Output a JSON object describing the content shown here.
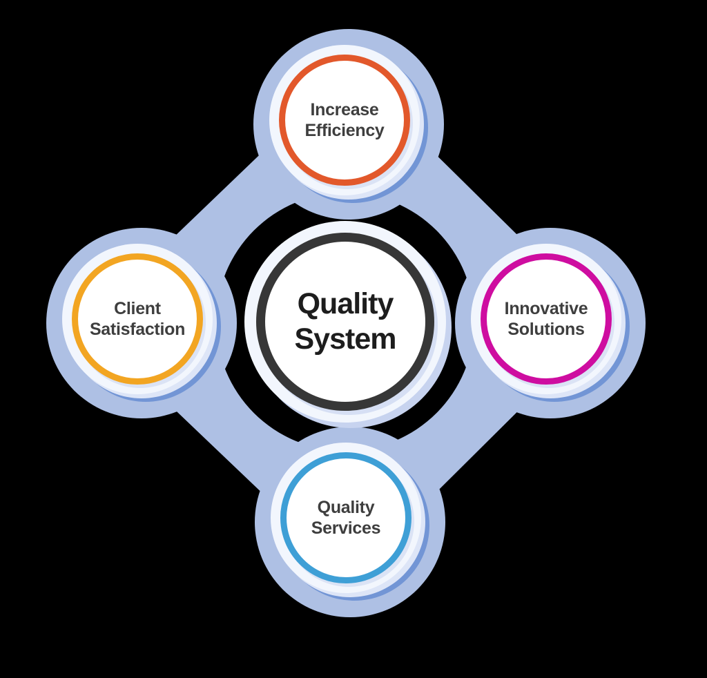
{
  "diagram": {
    "center": {
      "line1": "Quality",
      "line2": "System",
      "ring_color": "#373737"
    },
    "satellites": [
      {
        "id": "increase-efficiency",
        "line1": "Increase",
        "line2": "Efficiency",
        "ring_color": "#E2582B",
        "position": "top"
      },
      {
        "id": "client-satisfaction",
        "line1": "Client",
        "line2": "Satisfaction",
        "ring_color": "#F2A522",
        "position": "left"
      },
      {
        "id": "innovative-solutions",
        "line1": "Innovative",
        "line2": "Solutions",
        "ring_color": "#CE0DA0",
        "position": "right"
      },
      {
        "id": "quality-services",
        "line1": "Quality",
        "line2": "Services",
        "ring_color": "#3E9FD6",
        "position": "bottom"
      }
    ]
  },
  "palette": {
    "background": "#000000",
    "connector": "#AEC0E4",
    "light_ring": "#F2F6FD",
    "shadow_blue": "#7295D5",
    "shadow_pale": "#DDE5F7",
    "center_shadow": "#C7D3EF",
    "label_text": "#3E3E3E",
    "center_text": "#1D1D1D"
  }
}
